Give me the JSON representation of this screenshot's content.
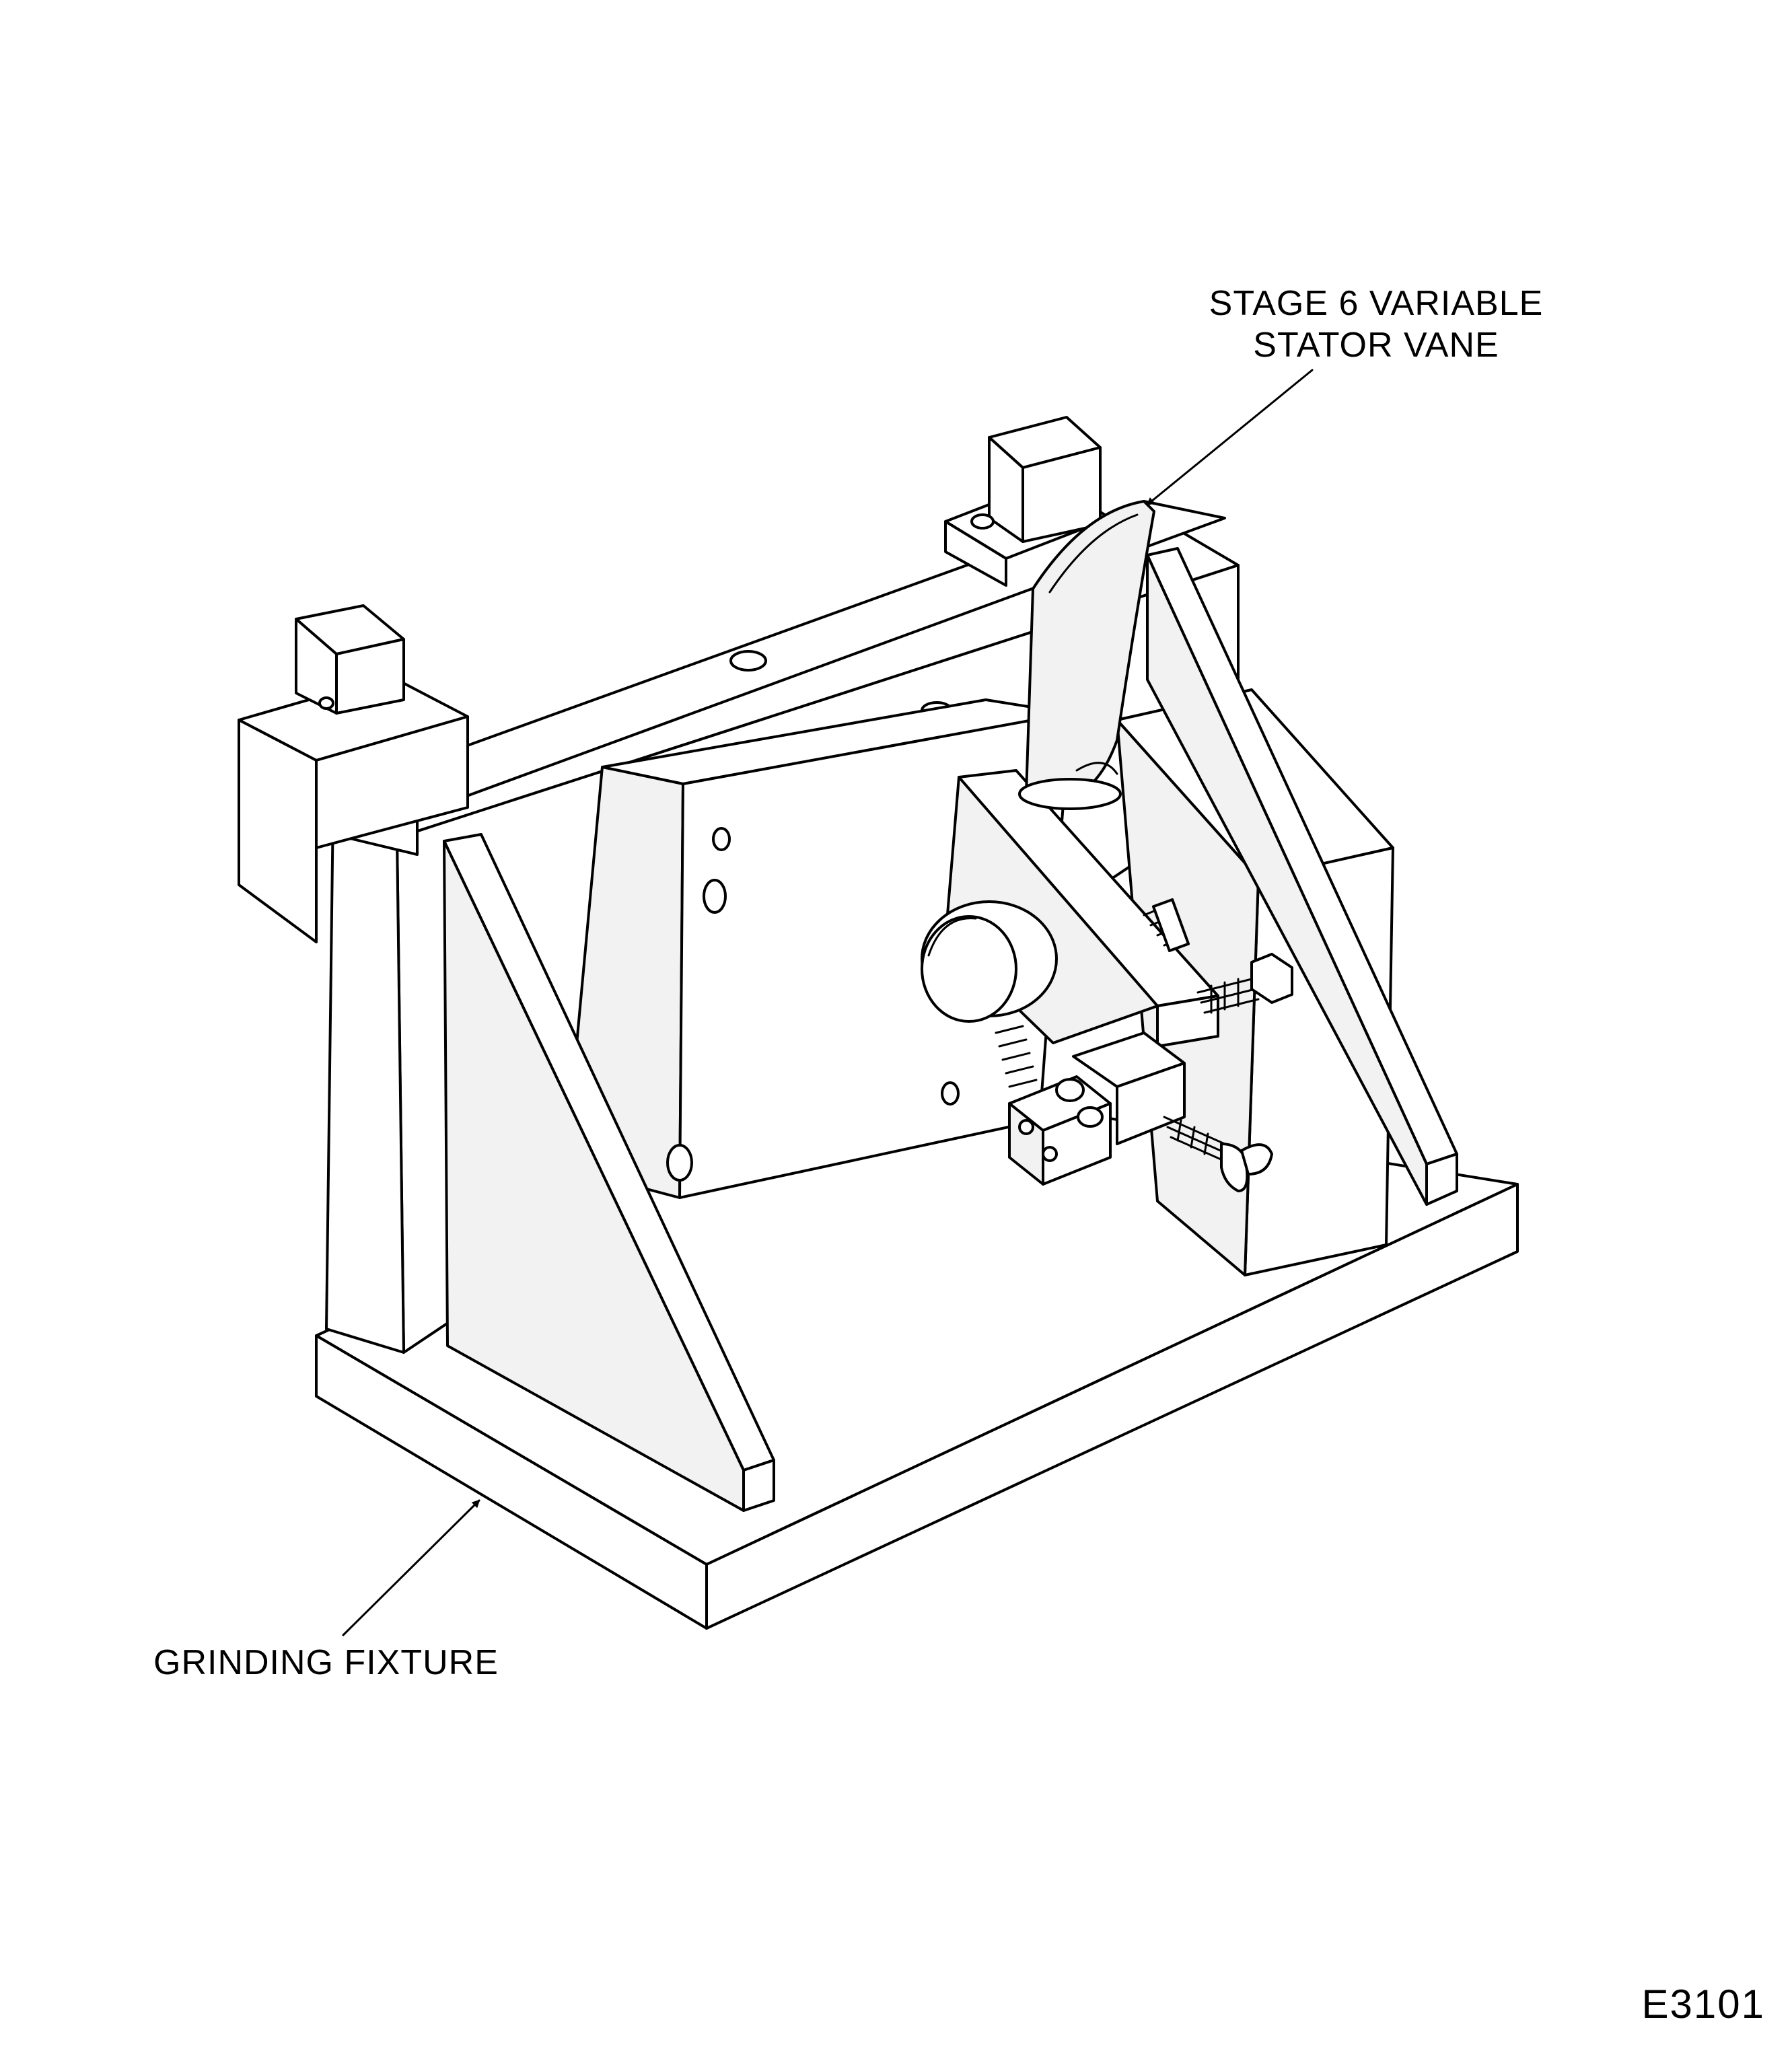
{
  "diagram": {
    "callouts": {
      "vane_line1": "STAGE 6 VARIABLE",
      "vane_line2": "STATOR VANE",
      "fixture": "GRINDING FIXTURE"
    },
    "figure_id": "E3101"
  }
}
